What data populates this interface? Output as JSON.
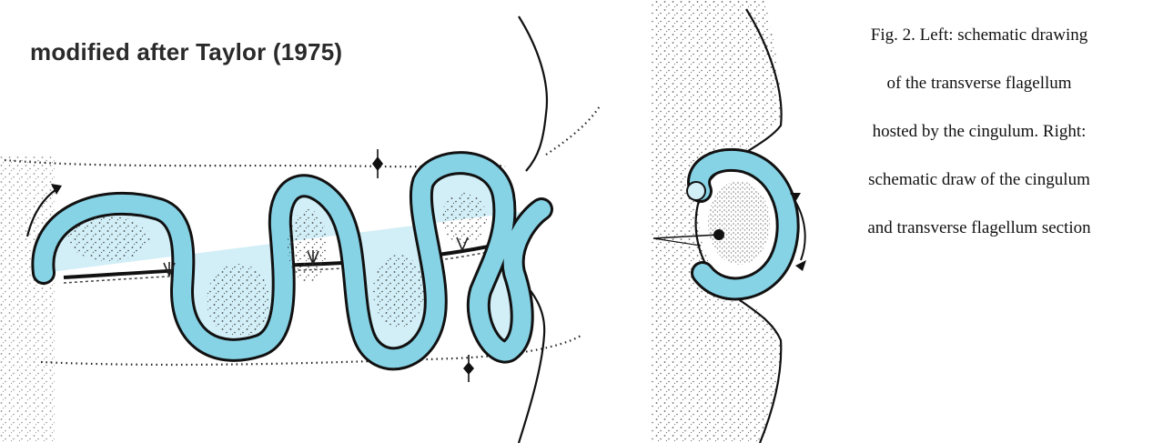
{
  "figure": {
    "credit": "modified after Taylor (1975)",
    "caption_lines": [
      "Fig. 2. Left: schematic drawing",
      "of the transverse flagellum",
      "hosted by the cingulum. Right:",
      "schematic draw of the cingulum",
      "and transverse flagellum section"
    ]
  },
  "colors": {
    "flagellum_fill": "#87d3e6",
    "flagellum_inner": "#d2eef6",
    "ink": "#111111"
  }
}
